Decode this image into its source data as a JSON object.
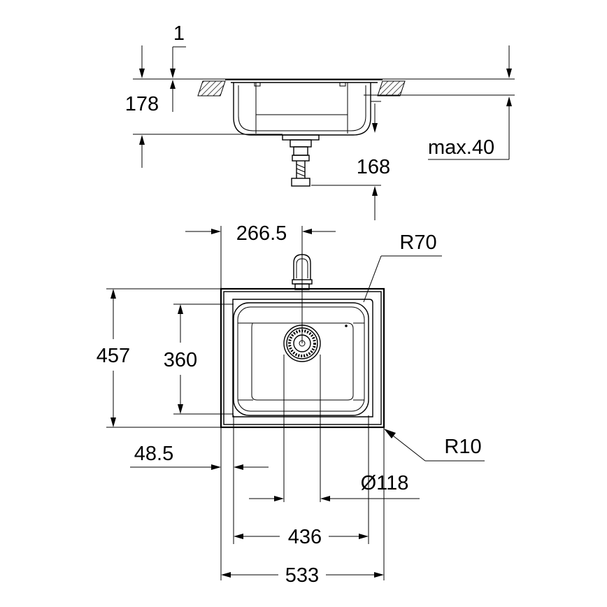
{
  "dimensions": {
    "top_offset": "1",
    "height_total": "178",
    "drain_depth": "168",
    "counter_max": "max.40",
    "tap_position": "266.5",
    "corner_radius_inner": "R70",
    "corner_radius_outer": "R10",
    "depth_outer": "457",
    "depth_inner": "360",
    "edge_offset": "48.5",
    "drain_diameter": "Ø118",
    "width_inner": "436",
    "width_outer": "533"
  }
}
